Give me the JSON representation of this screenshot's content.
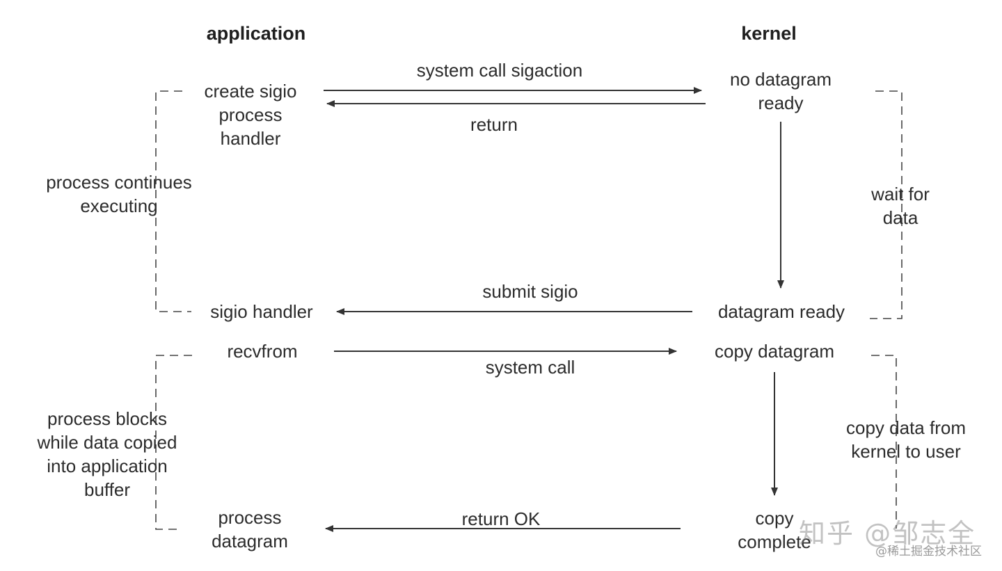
{
  "headers": {
    "application": "application",
    "kernel": "kernel"
  },
  "application": {
    "create_handler": "create sigio\nprocess\nhandler",
    "sigio_handler": "sigio handler",
    "recvfrom": "recvfrom",
    "process_datagram": "process\ndatagram"
  },
  "kernel": {
    "no_datagram": "no datagram\nready",
    "datagram_ready": "datagram ready",
    "copy_datagram": "copy datagram",
    "copy_complete": "copy\ncomplete"
  },
  "messages": {
    "syscall_sigaction": "system call sigaction",
    "return": "return",
    "submit_sigio": "submit sigio",
    "system_call": "system call",
    "return_ok": "return OK"
  },
  "brackets": {
    "process_continues": "process continues\nexecuting",
    "wait_for_data": "wait for\ndata",
    "process_blocks": "process blocks\nwhile data copied\ninto application\nbuffer",
    "copy_data": "copy data from\nkernel to user"
  },
  "watermark": {
    "zhihu": "知乎 @邹志全",
    "juejin": "@稀土掘金技术社区"
  }
}
